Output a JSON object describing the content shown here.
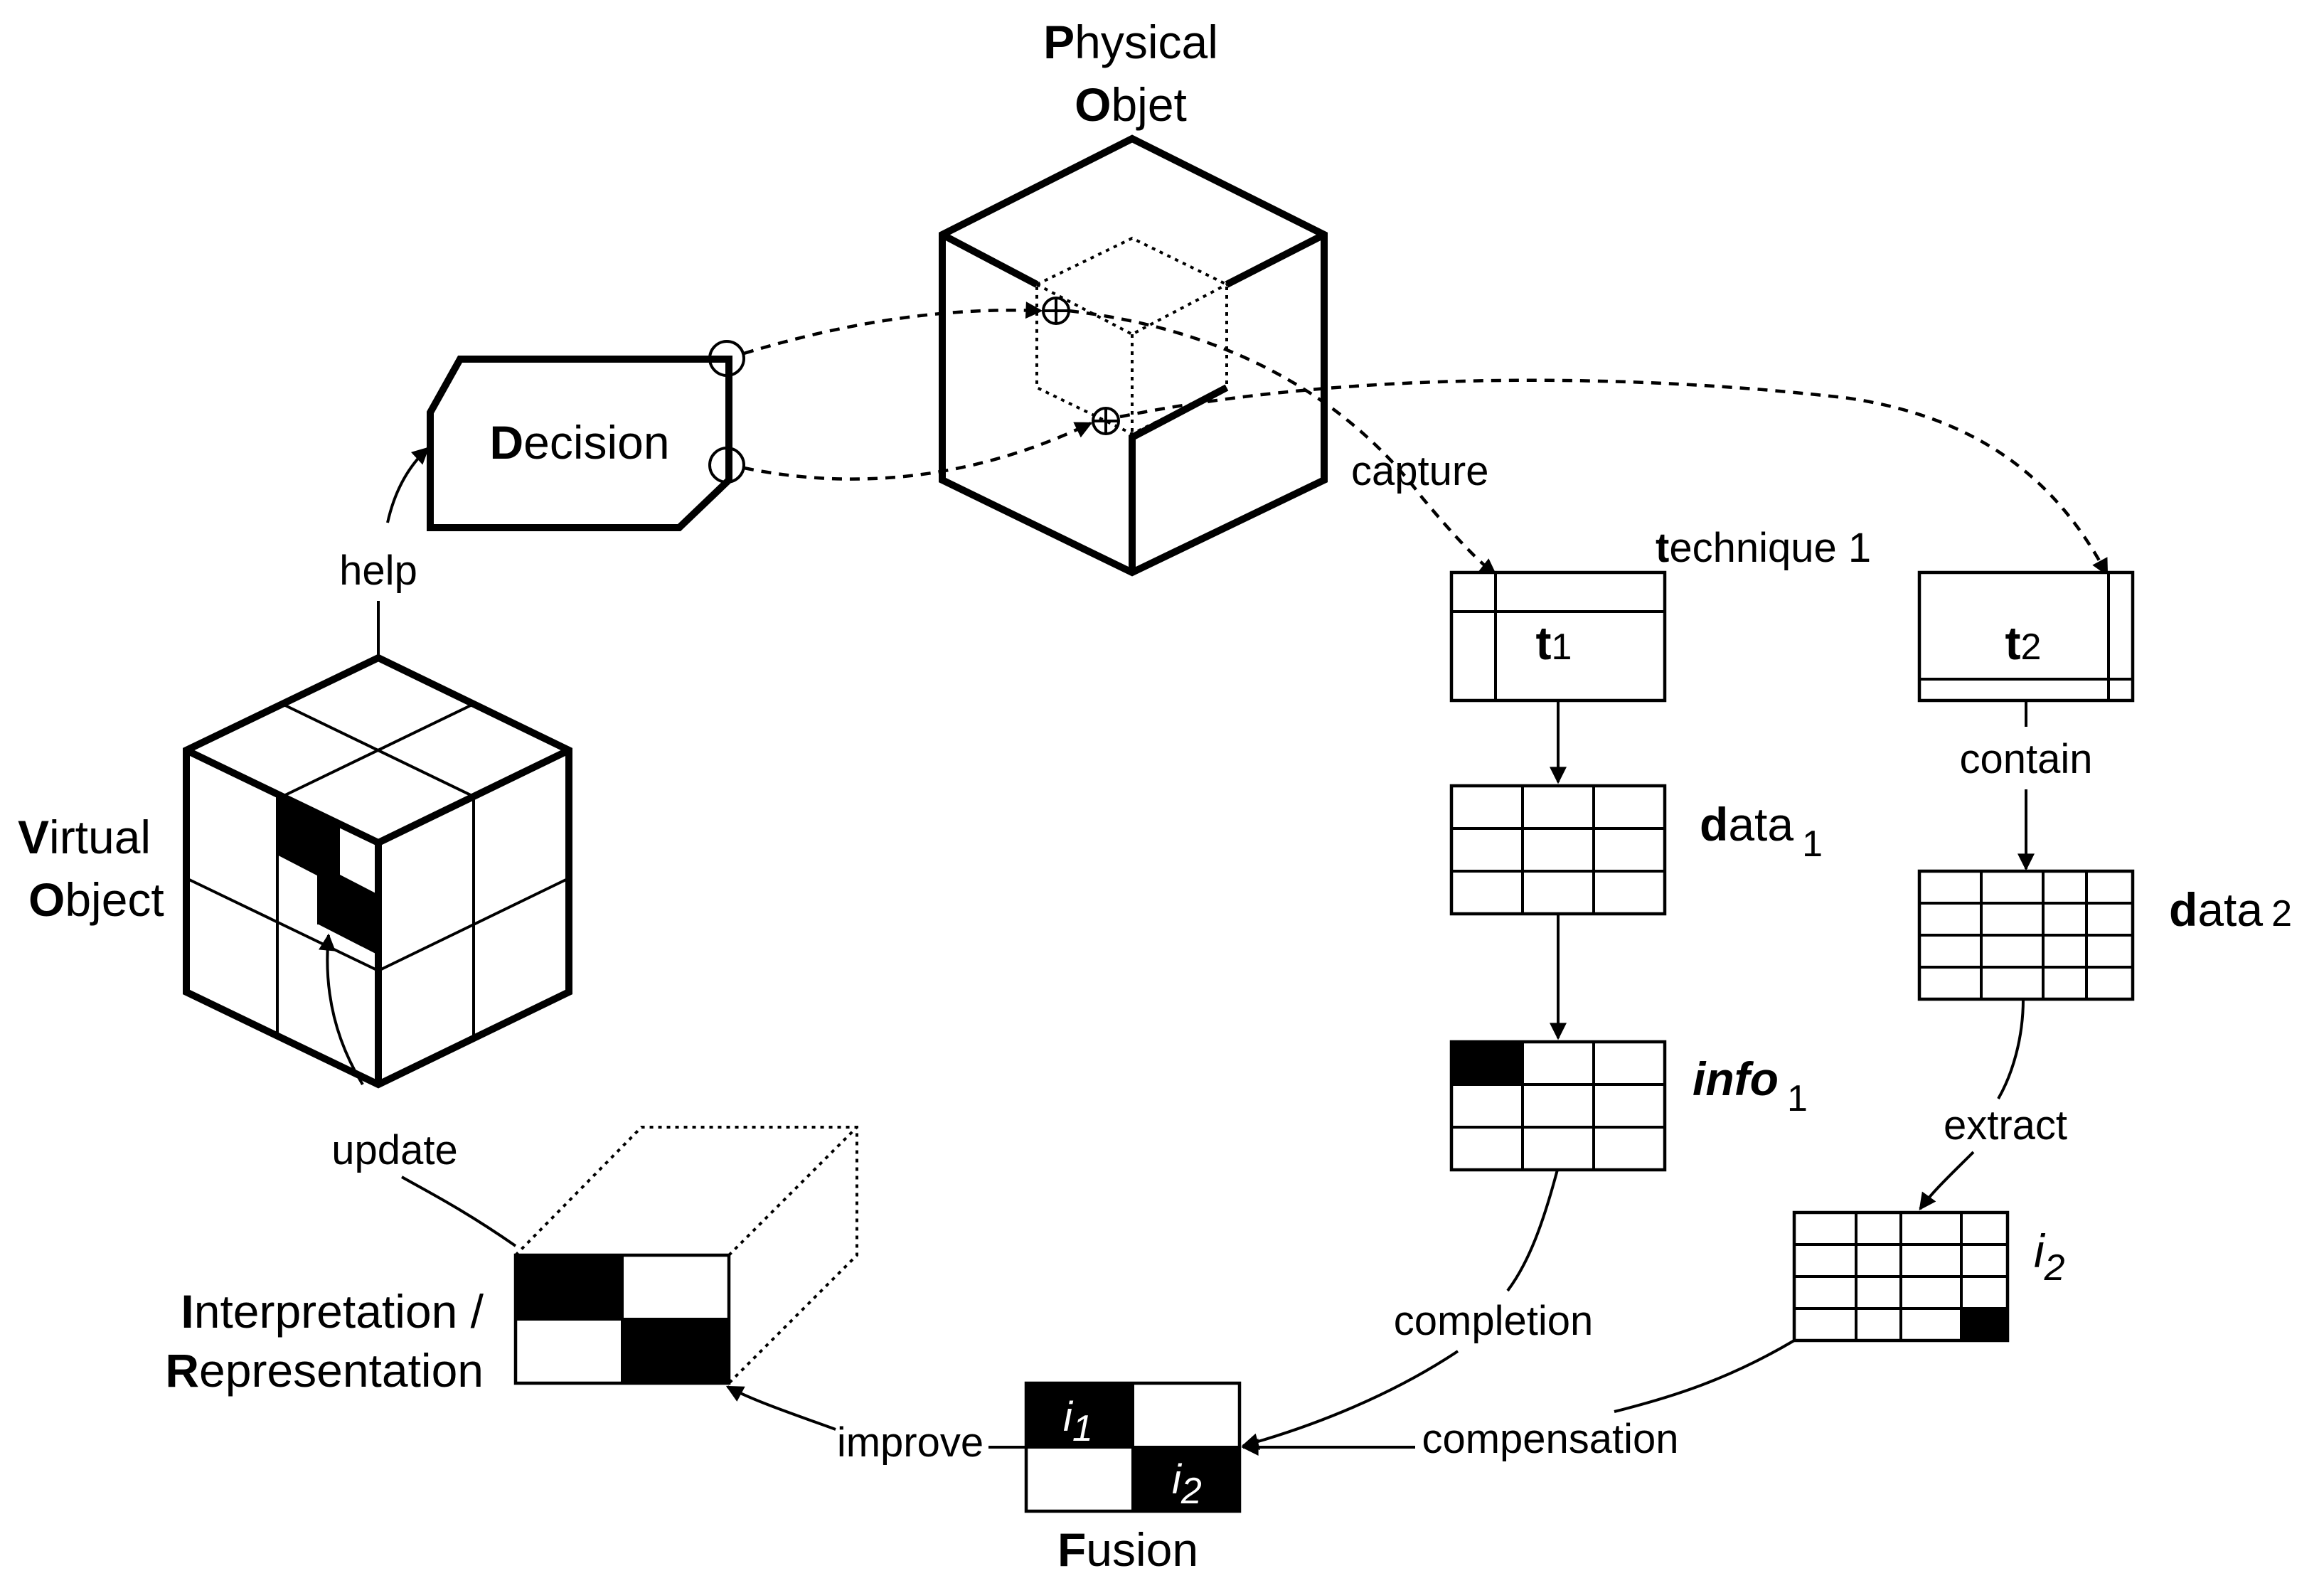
{
  "nodes": {
    "physical_object": {
      "line1_initial": "P",
      "line1_rest": "hysical",
      "line2_initial": "O",
      "line2_rest": "bjet"
    },
    "decision": {
      "initial": "D",
      "rest": "ecision"
    },
    "virtual_object": {
      "line1_initial": "V",
      "line1_rest": "irtual",
      "line2_initial": "O",
      "line2_rest": "bject"
    },
    "interpretation": {
      "line1_initial": "I",
      "line1_rest": "nterpretation /",
      "line2_initial": "R",
      "line2_rest": "epresentation"
    },
    "fusion": {
      "initial": "F",
      "rest": "usion",
      "cell_i1": "i",
      "cell_i1_sub": "1",
      "cell_i2": "i",
      "cell_i2_sub": "2"
    },
    "technique1": {
      "initial": "t",
      "rest": "echnique 1",
      "cell": "t",
      "cell_sub": "1"
    },
    "technique2": {
      "cell": "t",
      "cell_sub": "2"
    },
    "data1": {
      "initial": "d",
      "rest": "ata",
      "sub": "1"
    },
    "data2": {
      "initial": "d",
      "rest": "ata",
      "sub": "2"
    },
    "info1": {
      "text": "info",
      "sub": "1"
    },
    "i2": {
      "text": "i",
      "sub": "2"
    }
  },
  "edges": {
    "capture": "capture",
    "contain": "contain",
    "extract": "extract",
    "completion": "completion",
    "compensation": "compensation",
    "improve": "improve",
    "update": "update",
    "help": "help"
  }
}
